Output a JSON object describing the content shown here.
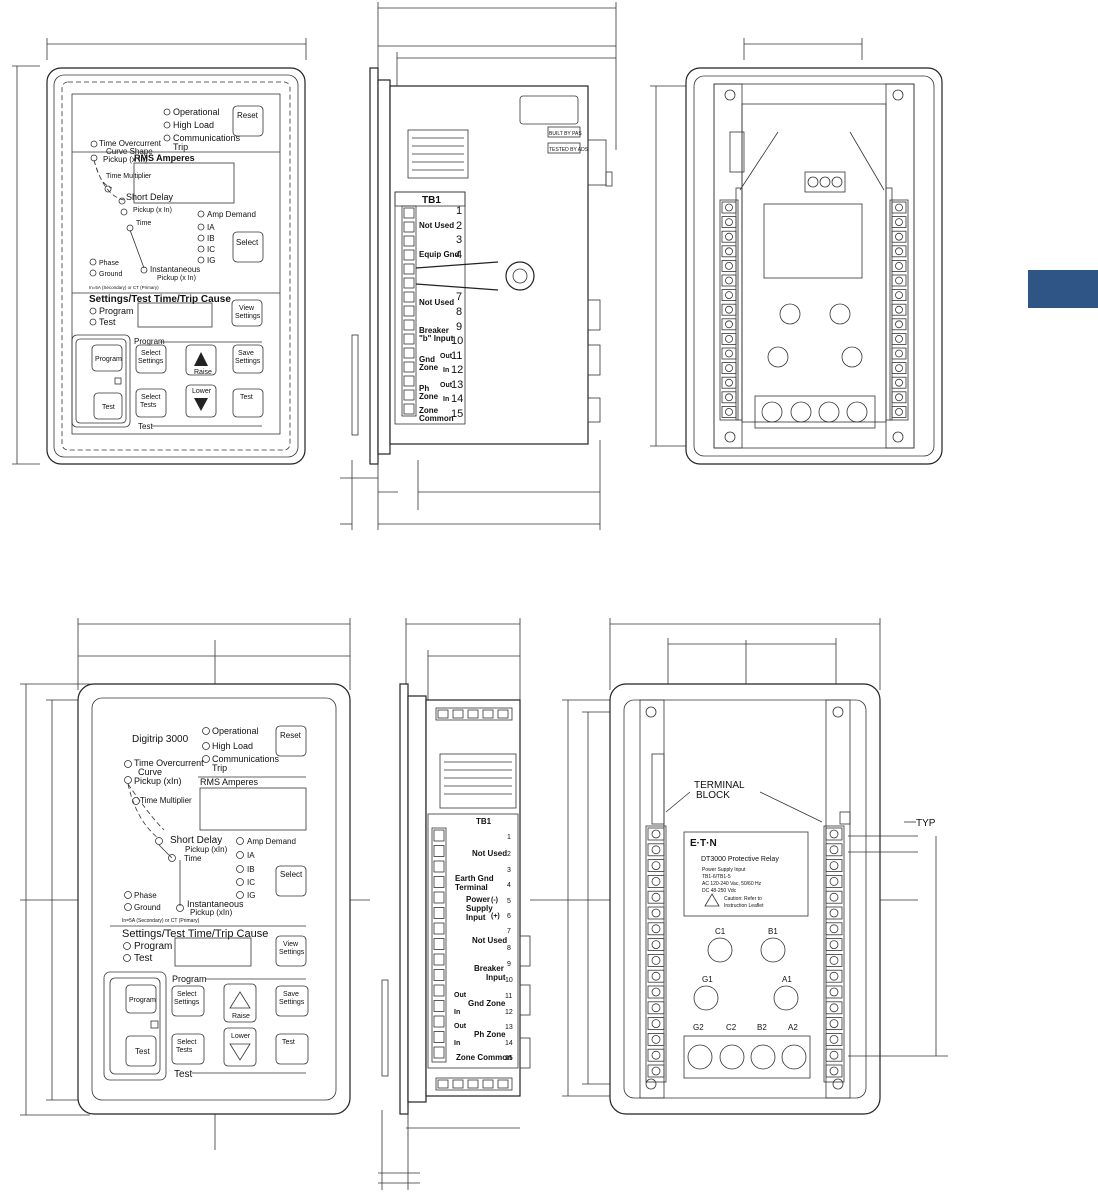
{
  "colors": {
    "tab": "#2f5486",
    "line": "#222222",
    "paper": "#ffffff"
  },
  "top_front": {
    "leds_top": [
      "Operational",
      "High Load",
      "Communications",
      "Trip"
    ],
    "reset": "Reset",
    "curve1": "Time Overcurrent",
    "curve1b": "Curve Shape",
    "curve1c": "Pickup (x In)",
    "time_mult": "Time Multiplier",
    "short_delay": "Short Delay",
    "short_pickup": "Pickup (x In)",
    "time": "Time",
    "rms": "RMS Amperes",
    "amp_demand": "Amp Demand",
    "ia": "IA",
    "ib": "IB",
    "ic": "IC",
    "ig": "IG",
    "select": "Select",
    "phase": "Phase",
    "ground": "Ground",
    "instantaneous": "Instantaneous",
    "inst_pickup": "Pickup (x In)",
    "note": "In=5A (Secondary) or CT (Primary)",
    "settings_title": "Settings/Test Time/Trip Cause",
    "program": "Program",
    "test": "Test",
    "view_settings": [
      "View",
      "Settings"
    ],
    "program_label": "Program",
    "program_btn": "Program",
    "test_btn": "Test",
    "select_settings": [
      "Select",
      "Settings"
    ],
    "raise": "Raise",
    "save_settings": [
      "Save",
      "Settings"
    ],
    "select_tests": [
      "Select",
      "Tests"
    ],
    "lower": "Lower",
    "test_btn2": "Test",
    "test_label": "Test"
  },
  "top_side": {
    "built_by": "BUILT BY PAS",
    "tested_by": "TESTED BY ADS",
    "tb1": "TB1",
    "numbers": [
      "1",
      "2",
      "3",
      "4",
      "7",
      "8",
      "9",
      "10",
      "11",
      "12",
      "13",
      "14",
      "15"
    ],
    "labels": {
      "not_used1": "Not Used",
      "equip_gnd": "Equip Gnd",
      "not_used2": "Not Used",
      "breaker": "Breaker",
      "b_input": "\"b\" Input",
      "gnd_zone": [
        "Gnd",
        "Zone"
      ],
      "ph_zone": [
        "Ph",
        "Zone"
      ],
      "zone_common": [
        "Zone",
        "Common"
      ],
      "out": "Out",
      "in": "In"
    }
  },
  "bottom_front": {
    "brand": "Digitrip 3000",
    "leds_top": [
      "Operational",
      "High Load",
      "Communications",
      "Trip"
    ],
    "reset": "Reset",
    "curve1": "Time Overcurrent",
    "curve1b": "Curve",
    "curve1c": "Pickup (xIn)",
    "time_mult": "Time Multiplier",
    "rms": "RMS Amperes",
    "short_delay": "Short Delay",
    "short_pickup": "Pickup (xIn)",
    "time": "Time",
    "amp_demand": "Amp Demand",
    "ia": "IA",
    "ib": "IB",
    "ic": "IC",
    "ig": "IG",
    "select": "Select",
    "phase": "Phase",
    "ground": "Ground",
    "instantaneous": "Instantaneous",
    "inst_pickup": "Pickup (xIn)",
    "note": "In=5A (Secondary) or CT (Primary)",
    "settings_title": "Settings/Test Time/Trip Cause",
    "program": "Program",
    "test": "Test",
    "view_settings": [
      "View",
      "Settings"
    ],
    "program_label": "Program",
    "program_btn": "Program",
    "select_settings": [
      "Select",
      "Settings"
    ],
    "raise": "Raise",
    "save_settings": [
      "Save",
      "Settings"
    ],
    "test_btn": "Test",
    "select_tests": [
      "Select",
      "Tests"
    ],
    "lower": "Lower",
    "test_btn2": "Test",
    "test_label": "Test"
  },
  "bottom_side": {
    "tb1": "TB1",
    "numbers": [
      "1",
      "2",
      "3",
      "4",
      "5",
      "6",
      "7",
      "8",
      "9",
      "10",
      "11",
      "12",
      "13",
      "14",
      "15"
    ],
    "not_used1": "Not Used",
    "earth_gnd": [
      "Earth Gnd",
      "Terminal"
    ],
    "power": [
      "Power",
      "Supply",
      "Input"
    ],
    "plus": "(+)",
    "minus": "(-)",
    "not_used2": "Not Used",
    "breaker": [
      "Breaker",
      "Input"
    ],
    "out": "Out",
    "in": "In",
    "gnd_zone": "Gnd Zone",
    "ph_zone": "Ph Zone",
    "zone_common": "Zone Common"
  },
  "bottom_rear": {
    "terminal_block": [
      "TERMINAL",
      "BLOCK"
    ],
    "typ": "TYP",
    "eaton": "E·T·N",
    "product": "DT3000 Protective Relay",
    "power1": "Power Supply Input",
    "power2": "TB1-6/TB1-5",
    "power3": "AC 120-240 Vac, 50/60 Hz",
    "power4": "DC 48-250 Vdc",
    "caution1": "Caution: Refer to",
    "caution2": "Instruction Leaflet",
    "ct_labels": [
      "C1",
      "B1",
      "G1",
      "A1",
      "G2",
      "C2",
      "B2",
      "A2"
    ]
  }
}
